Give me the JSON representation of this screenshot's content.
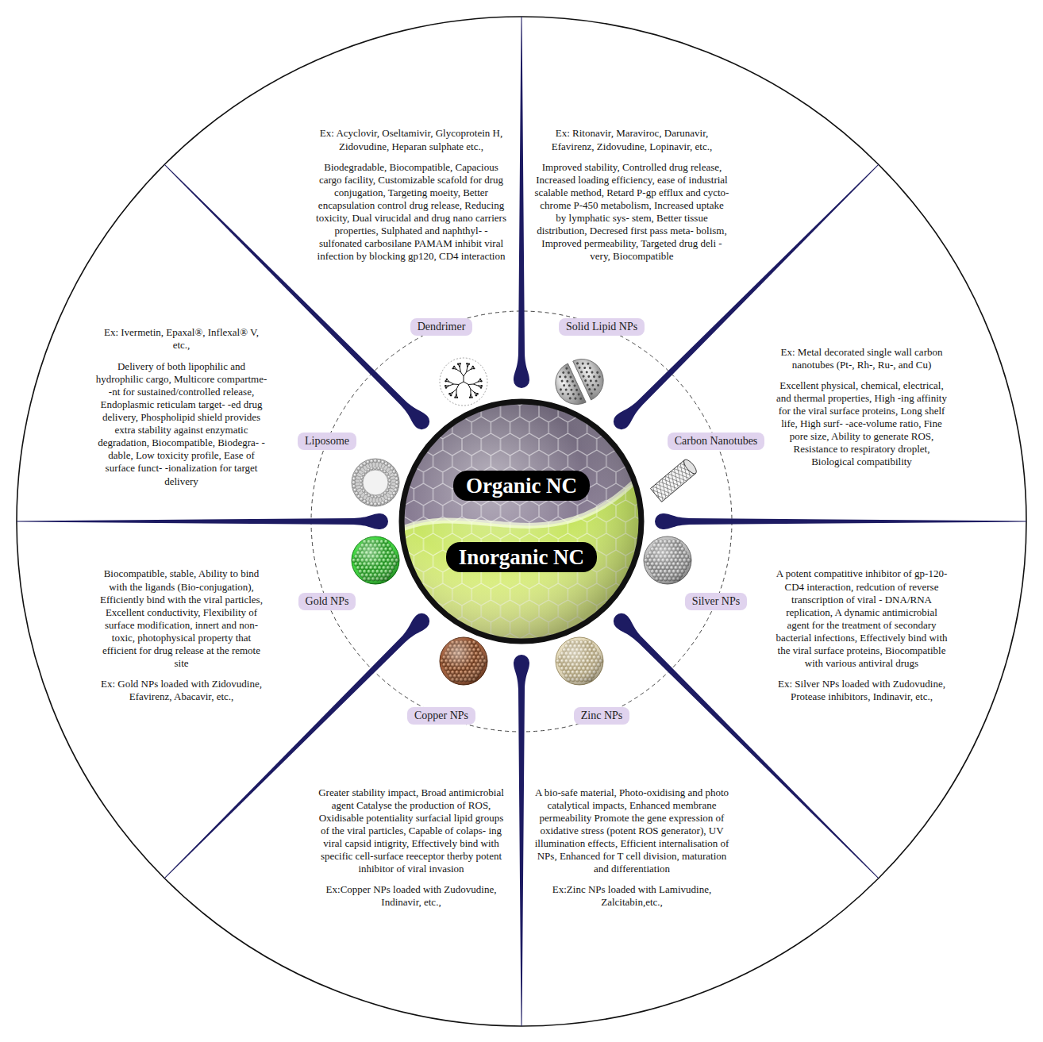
{
  "diagram": {
    "nodes": [
      {
        "text": [
          "Organic NC",
          "Inorganic NC"
        ]
      },
      {
        "text": [
          "Dendrimer",
          "Biodegradable, Biocompatible, Capacious cargo facility, Customizable scafold for drug conjugation, Targeting moeity, Better encapsulation control drug release, Reducing toxicity, Dual virucidal and drug nano carriers properties, Sulphated and naphthyl- -sulfonated carbosilane PAMAM inhibit viral infection by blocking gp120, CD4 interaction",
          "Ex: Acyclovir, Oseltamivir, Glycoprotein H, Zidovudine, Heparan sulphate etc.,"
        ]
      },
      {
        "text": [
          "Solid Lipid NPs",
          "Improved stability, Controlled drug release, Increased loading efficiency, ease of industrial scalable method, Retard P-gp efflux and cycto- chrome P-450 metabolism, Increased uptake by lymphatic sys- stem, Better tissue distribution, Decresed first pass meta- bolism, Improved permeability, Targeted drug deli -very, Biocompatible",
          "Ex: Ritonavir, Maraviroc, Darunavir, Efavirenz, Zidovudine, Lopinavir, etc.,"
        ]
      },
      {
        "text": [
          "Carbon Nanotubes",
          "Excellent physical, chemical, electrical, and thermal properties, High -ing affinity for the viral surface proteins, Long shelf life, High surf- -ace-volume ratio, Fine pore size, Ability to generate ROS, Resistance to respiratory droplet, Biological compatibility",
          "Ex: Metal decorated single wall carbon nanotubes (Pt-, Rh-, Ru-, and Cu)"
        ]
      },
      {
        "text": [
          "Silver NPs",
          "A potent compatitive inhibitor of gp-120- CD4 interaction, redcution of reverse transcription of viral - DNA/RNA replication, A dynamic antimicrobial agent for the treatment of secondary bacterial infections, Effectively bind with the viral surface proteins, Biocompatible with various antiviral drugs",
          "Ex: Silver NPs loaded with Zudovudine, Protease inhibitors, Indinavir, etc.,"
        ]
      },
      {
        "text": [
          "Zinc NPs",
          "A bio-safe material, Photo-oxidising and photo catalytical impacts, Enhanced membrane permeability Promote the gene expression of oxidative stress (potent ROS generator), UV illumination effects, Efficient internalisation of NPs, Enhanced for T cell division, maturation and differentiation",
          "Ex:Zinc NPs loaded with Lamivudine, Zalcitabin,etc.,"
        ]
      },
      {
        "text": [
          "Copper NPs",
          "Greater stability impact, Broad antimicrobial agent Catalyse the production of ROS, Oxidisable potentiality surfacial lipid groups of the viral particles, Capable of colaps- ing viral capsid intigrity, Effectively bind with specific cell-surface reeceptor therby potent inhibitor of viral invasion",
          "Ex:Copper NPs loaded with Zudovudine, Indinavir, etc.,"
        ]
      },
      {
        "text": [
          "Gold NPs",
          "Biocompatible, stable, Ability to bind with the ligands (Bio-conjugation), Efficiently bind with the viral particles, Excellent conductivity, Flexibility of surface modification, innert and non-toxic, photophysical property that efficient for drug release at the remote site",
          "Ex: Gold NPs loaded with Zidovudine, Efavirenz, Abacavir, etc.,"
        ]
      },
      {
        "text": [
          "Liposome",
          "Delivery of both lipophilic and hydrophilic cargo, Multicore compartme- -nt for sustained/controlled release, Endoplasmic reticulam target- -ed drug delivery, Phospholipid shield provides extra stability against enzymatic degradation, Biocompatible, Biodegra- -dable, Low toxicity profile, Ease of surface funct- -ionalization for target delivery",
          "Ex: Ivermetin, Epaxal®, Inflexal® V, etc.,"
        ]
      }
    ]
  }
}
